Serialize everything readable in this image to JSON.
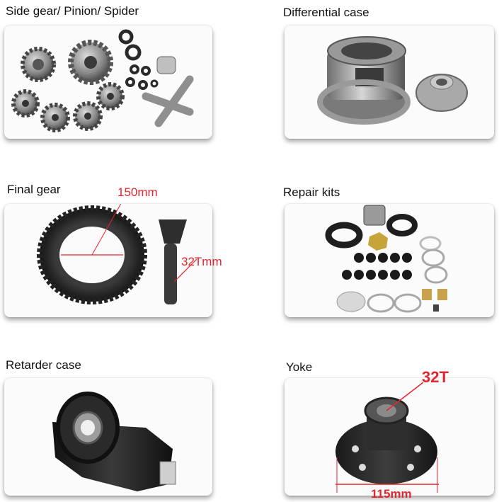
{
  "sections": [
    {
      "title": "Side gear/ Pinion/ Spider"
    },
    {
      "title": "Differential case"
    },
    {
      "title": "Final gear",
      "annotations": [
        "150mm",
        "32Tmm"
      ]
    },
    {
      "title": "Repair kits"
    },
    {
      "title": "Retarder case"
    },
    {
      "title": "Yoke",
      "annotations": [
        "32T",
        "115mm"
      ]
    }
  ],
  "colors": {
    "annotation_red": "#e3262f",
    "metal_dark": "#2a2a2a",
    "metal_light": "#b8b8b8"
  }
}
